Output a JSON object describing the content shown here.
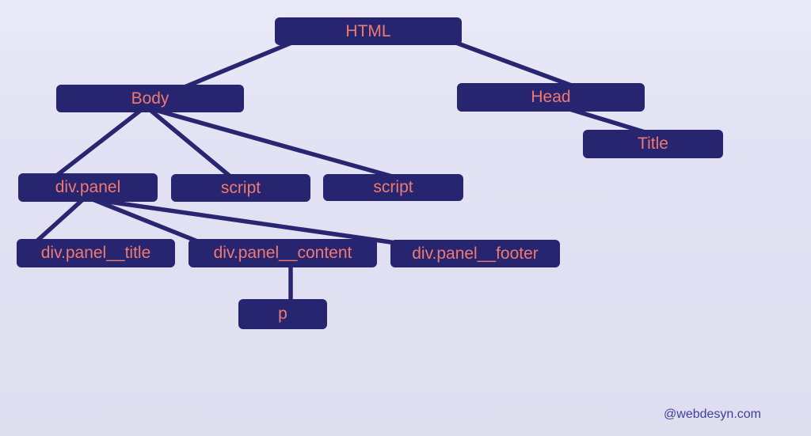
{
  "diagram_type": "dom-tree",
  "nodes": {
    "html": {
      "label": "HTML"
    },
    "body": {
      "label": "Body"
    },
    "head": {
      "label": "Head"
    },
    "title": {
      "label": "Title"
    },
    "div_panel": {
      "label": "div.panel"
    },
    "script1": {
      "label": "script"
    },
    "script2": {
      "label": "script"
    },
    "panel_title": {
      "label": "div.panel__title"
    },
    "panel_content": {
      "label": "div.panel__content"
    },
    "panel_footer": {
      "label": "div.panel__footer"
    },
    "p": {
      "label": "p"
    }
  },
  "edges": [
    {
      "from": "html",
      "to": "body"
    },
    {
      "from": "html",
      "to": "head"
    },
    {
      "from": "head",
      "to": "title"
    },
    {
      "from": "body",
      "to": "div_panel"
    },
    {
      "from": "body",
      "to": "script1"
    },
    {
      "from": "body",
      "to": "script2"
    },
    {
      "from": "div_panel",
      "to": "panel_title"
    },
    {
      "from": "div_panel",
      "to": "panel_content"
    },
    {
      "from": "div_panel",
      "to": "panel_footer"
    },
    {
      "from": "panel_content",
      "to": "p"
    }
  ],
  "watermark": "@webdesyn.com",
  "colors": {
    "background": "#e2e2f4",
    "node_fill": "#272470",
    "node_text": "#ef7a70",
    "connector": "#2a2570",
    "watermark_text": "#3e3e9e"
  }
}
